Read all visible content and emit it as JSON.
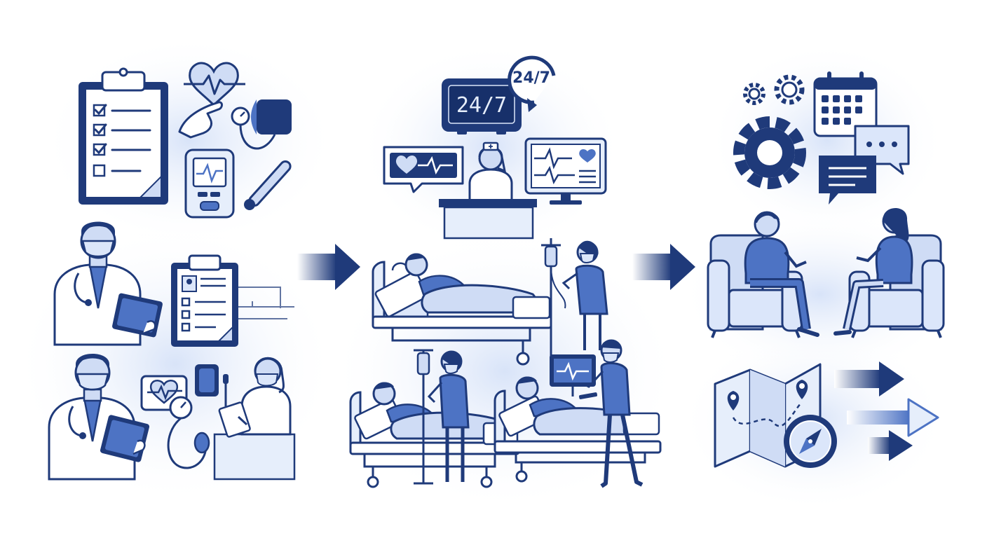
{
  "colors": {
    "navy": "#1f3a7a",
    "mid_blue": "#4d73c4",
    "light_blue": "#cfdcf5",
    "pale_blue": "#e6eefb",
    "glow": "#dbe6fa",
    "white": "#ffffff"
  },
  "panels": [
    {
      "id": "assessment",
      "icons": [
        "checklist-clipboard-icon",
        "heart-pulse-icon",
        "pointing-hand-icon",
        "blood-pressure-cuff-icon",
        "bp-monitor-icon",
        "thermometer-icon",
        "doctor-with-tablet-icon",
        "patient-record-clipboard-icon",
        "doctor-with-clipboard-icon",
        "heart-chart-icon",
        "sphygmomanometer-icon",
        "nurse-writing-icon"
      ]
    },
    {
      "id": "inpatient-care",
      "clock_display": "24/7",
      "clock_badge": "24/7",
      "icons": [
        "digital-clock-icon",
        "cycle-clock-icon",
        "heart-monitor-icon",
        "nurse-at-desk-icon",
        "vital-signs-monitor-icon",
        "patient-in-bed-icon",
        "iv-drip-icon",
        "nurse-icon",
        "hospital-beds-icon"
      ]
    },
    {
      "id": "follow-up",
      "icons": [
        "gears-icon",
        "large-gear-icon",
        "calendar-icon",
        "chat-bubbles-icon",
        "counseling-session-icon",
        "folded-map-icon",
        "location-pin-icon",
        "compass-icon",
        "forward-arrows-icon"
      ]
    }
  ],
  "flow_arrows": [
    "arrow-assessment-to-care",
    "arrow-care-to-followup"
  ]
}
